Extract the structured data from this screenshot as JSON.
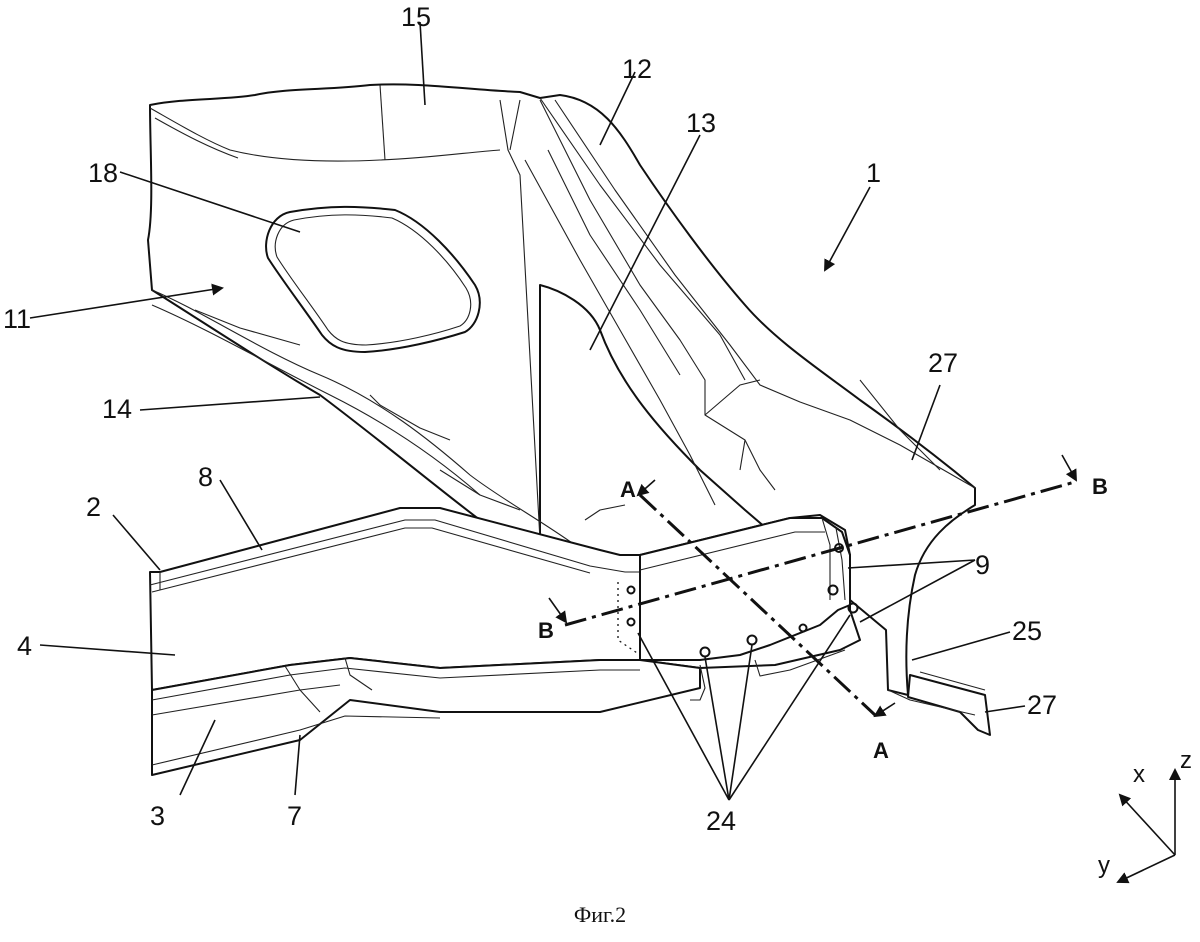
{
  "figure": {
    "caption": "Фиг.2",
    "reference_labels": [
      "1",
      "2",
      "3",
      "4",
      "7",
      "8",
      "9",
      "11",
      "12",
      "13",
      "14",
      "15",
      "18",
      "24",
      "25",
      "27",
      "27"
    ],
    "section_marks": [
      "A",
      "A",
      "B",
      "B"
    ],
    "axes": [
      "x",
      "z",
      "y"
    ]
  }
}
